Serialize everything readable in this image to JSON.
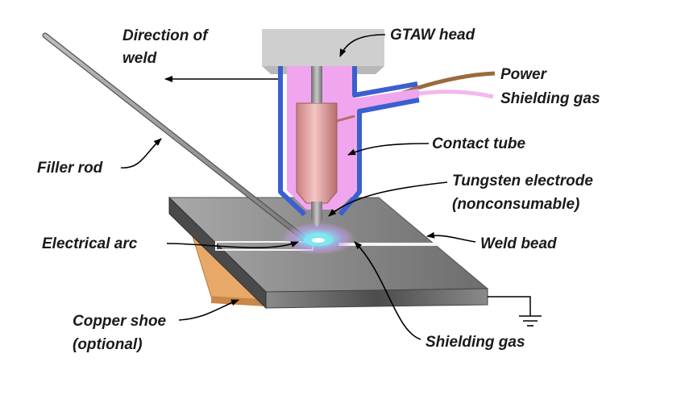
{
  "labels": {
    "direction_of_weld_line1": "Direction of",
    "direction_of_weld_line2": "weld",
    "gtaw_head": "GTAW head",
    "power": "Power",
    "shielding_gas_top": "Shielding gas",
    "contact_tube": "Contact tube",
    "tungsten_electrode_line1": "Tungsten electrode",
    "tungsten_electrode_line2": "(nonconsumable)",
    "filler_rod": "Filler rod",
    "electrical_arc": "Electrical arc",
    "weld_bead": "Weld bead",
    "copper_shoe_line1": "Copper shoe",
    "copper_shoe_line2": "(optional)",
    "shielding_gas_bottom": "Shielding gas"
  },
  "colors": {
    "nozzle": "#3a5fd0",
    "gas_envelope": "#f0a6ee",
    "contact_tube": "#e8a0a0",
    "head_block": "#cfcfcf",
    "power_cable": "#9a6b3d",
    "gas_hose": "#f2b8ef",
    "workpiece_top": "#8f8f8f",
    "workpiece_side": "#5c5c5c",
    "copper_shoe": "#e8a968",
    "arc_glow": "#7de8f0"
  }
}
